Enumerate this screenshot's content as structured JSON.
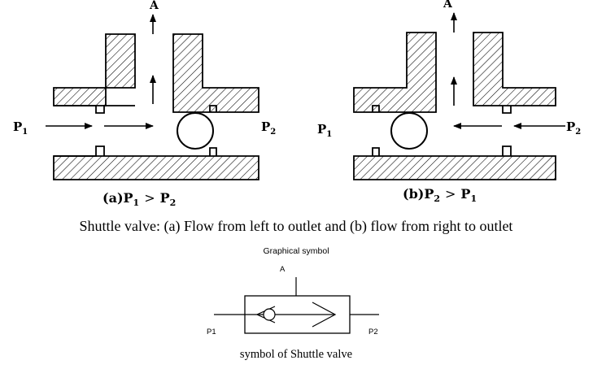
{
  "diagram_a": {
    "outlet_label": "A",
    "left_port_main": "P",
    "left_port_sub": "1",
    "right_port_main": "P",
    "right_port_sub": "2",
    "caption_prefix": "(a)",
    "caption_left_main": "P",
    "caption_left_sub": "1",
    "caption_op": ">",
    "caption_right_main": "P",
    "caption_right_sub": "2"
  },
  "diagram_b": {
    "outlet_label": "A",
    "left_port_main": "P",
    "left_port_sub": "1",
    "right_port_main": "P",
    "right_port_sub": "2",
    "caption_prefix": "(b)",
    "caption_left_main": "P",
    "caption_left_sub": "2",
    "caption_op": ">",
    "caption_right_main": "P",
    "caption_right_sub": "1"
  },
  "main_caption": "Shuttle valve: (a) Flow from left to outlet and (b) flow from right to outlet",
  "symbol": {
    "title": "Graphical symbol",
    "outlet_label": "A",
    "left_label": "P1",
    "right_label": "P2",
    "caption": "symbol of Shuttle valve"
  },
  "colors": {
    "ink": "#000000",
    "background": "#ffffff"
  }
}
